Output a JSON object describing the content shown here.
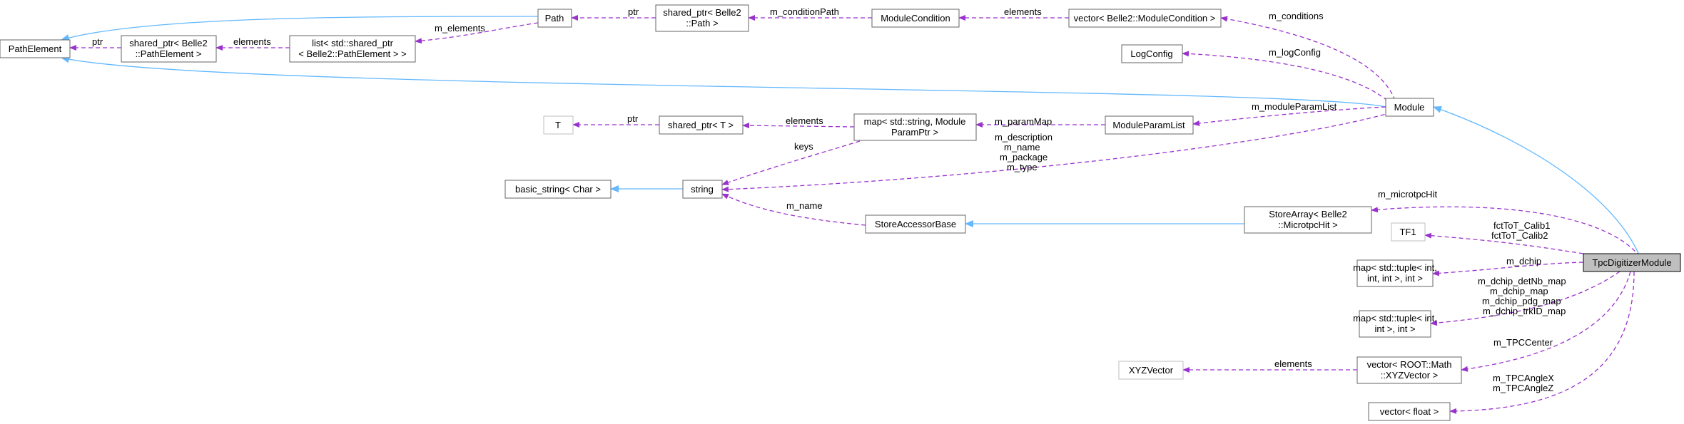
{
  "nodes": {
    "path_element": "PathElement",
    "shared_ptr_path_element": [
      "shared_ptr< Belle2",
      "::PathElement >"
    ],
    "list_shared_ptr": [
      "list< std::shared_ptr",
      "< Belle2::PathElement > >"
    ],
    "path": "Path",
    "shared_ptr_path": [
      "shared_ptr< Belle2",
      "::Path >"
    ],
    "module_condition": "ModuleCondition",
    "vector_module_condition": "vector< Belle2::ModuleCondition >",
    "log_config": "LogConfig",
    "module": "Module",
    "t": "T",
    "shared_ptr_t": "shared_ptr< T >",
    "map_module_param": [
      "map< std::string, Module",
      "ParamPtr >"
    ],
    "module_param_list": "ModuleParamList",
    "basic_string": "basic_string< Char >",
    "string": "string",
    "store_accessor_base": "StoreAccessorBase",
    "store_array": [
      "StoreArray< Belle2",
      "::MicrotpcHit >"
    ],
    "tf1": "TF1",
    "tpc_digitizer_module": "TpcDigitizerModule",
    "map_tuple_3": [
      "map< std::tuple< int,",
      "int, int >, int >"
    ],
    "map_tuple_2": [
      "map< std::tuple< int,",
      "int >, int >"
    ],
    "xyz_vector": "XYZVector",
    "vector_xyz": [
      "vector< ROOT::Math",
      "::XYZVector >"
    ],
    "vector_float": "vector< float >"
  },
  "edge_labels": {
    "ptr_path_element": "ptr",
    "m_elements": "m_elements",
    "elements_list": "elements",
    "ptr_path": "ptr",
    "m_condition_path": "m_conditionPath",
    "elements_conditions": "elements",
    "m_conditions": "m_conditions",
    "m_log_config": "m_logConfig",
    "ptr_t": "ptr",
    "elements_map": "elements",
    "m_param_map": "m_paramMap",
    "m_module_param_list": "m_moduleParamList",
    "keys": "keys",
    "module_strings": [
      "m_description",
      "m_name",
      "m_package",
      "m_type"
    ],
    "m_name": "m_name",
    "m_microtpc_hit": "m_microtpcHit",
    "fct_tot": [
      "fctToT_Calib1",
      "fctToT_Calib2"
    ],
    "m_dchip": "m_dchip",
    "dchip_maps": [
      "m_dchip_detNb_map",
      "m_dchip_map",
      "m_dchip_pdg_map",
      "m_dchip_trkID_map"
    ],
    "m_tpc_center": "m_TPCCenter",
    "elements_xyz": "elements",
    "tpc_angles": [
      "m_TPCAngleX",
      "m_TPCAngleZ"
    ]
  },
  "colors": {
    "usage_edge": "#9a32cd",
    "inheritance_edge": "#63b8ff",
    "focus_fill": "#bfbfbf"
  }
}
